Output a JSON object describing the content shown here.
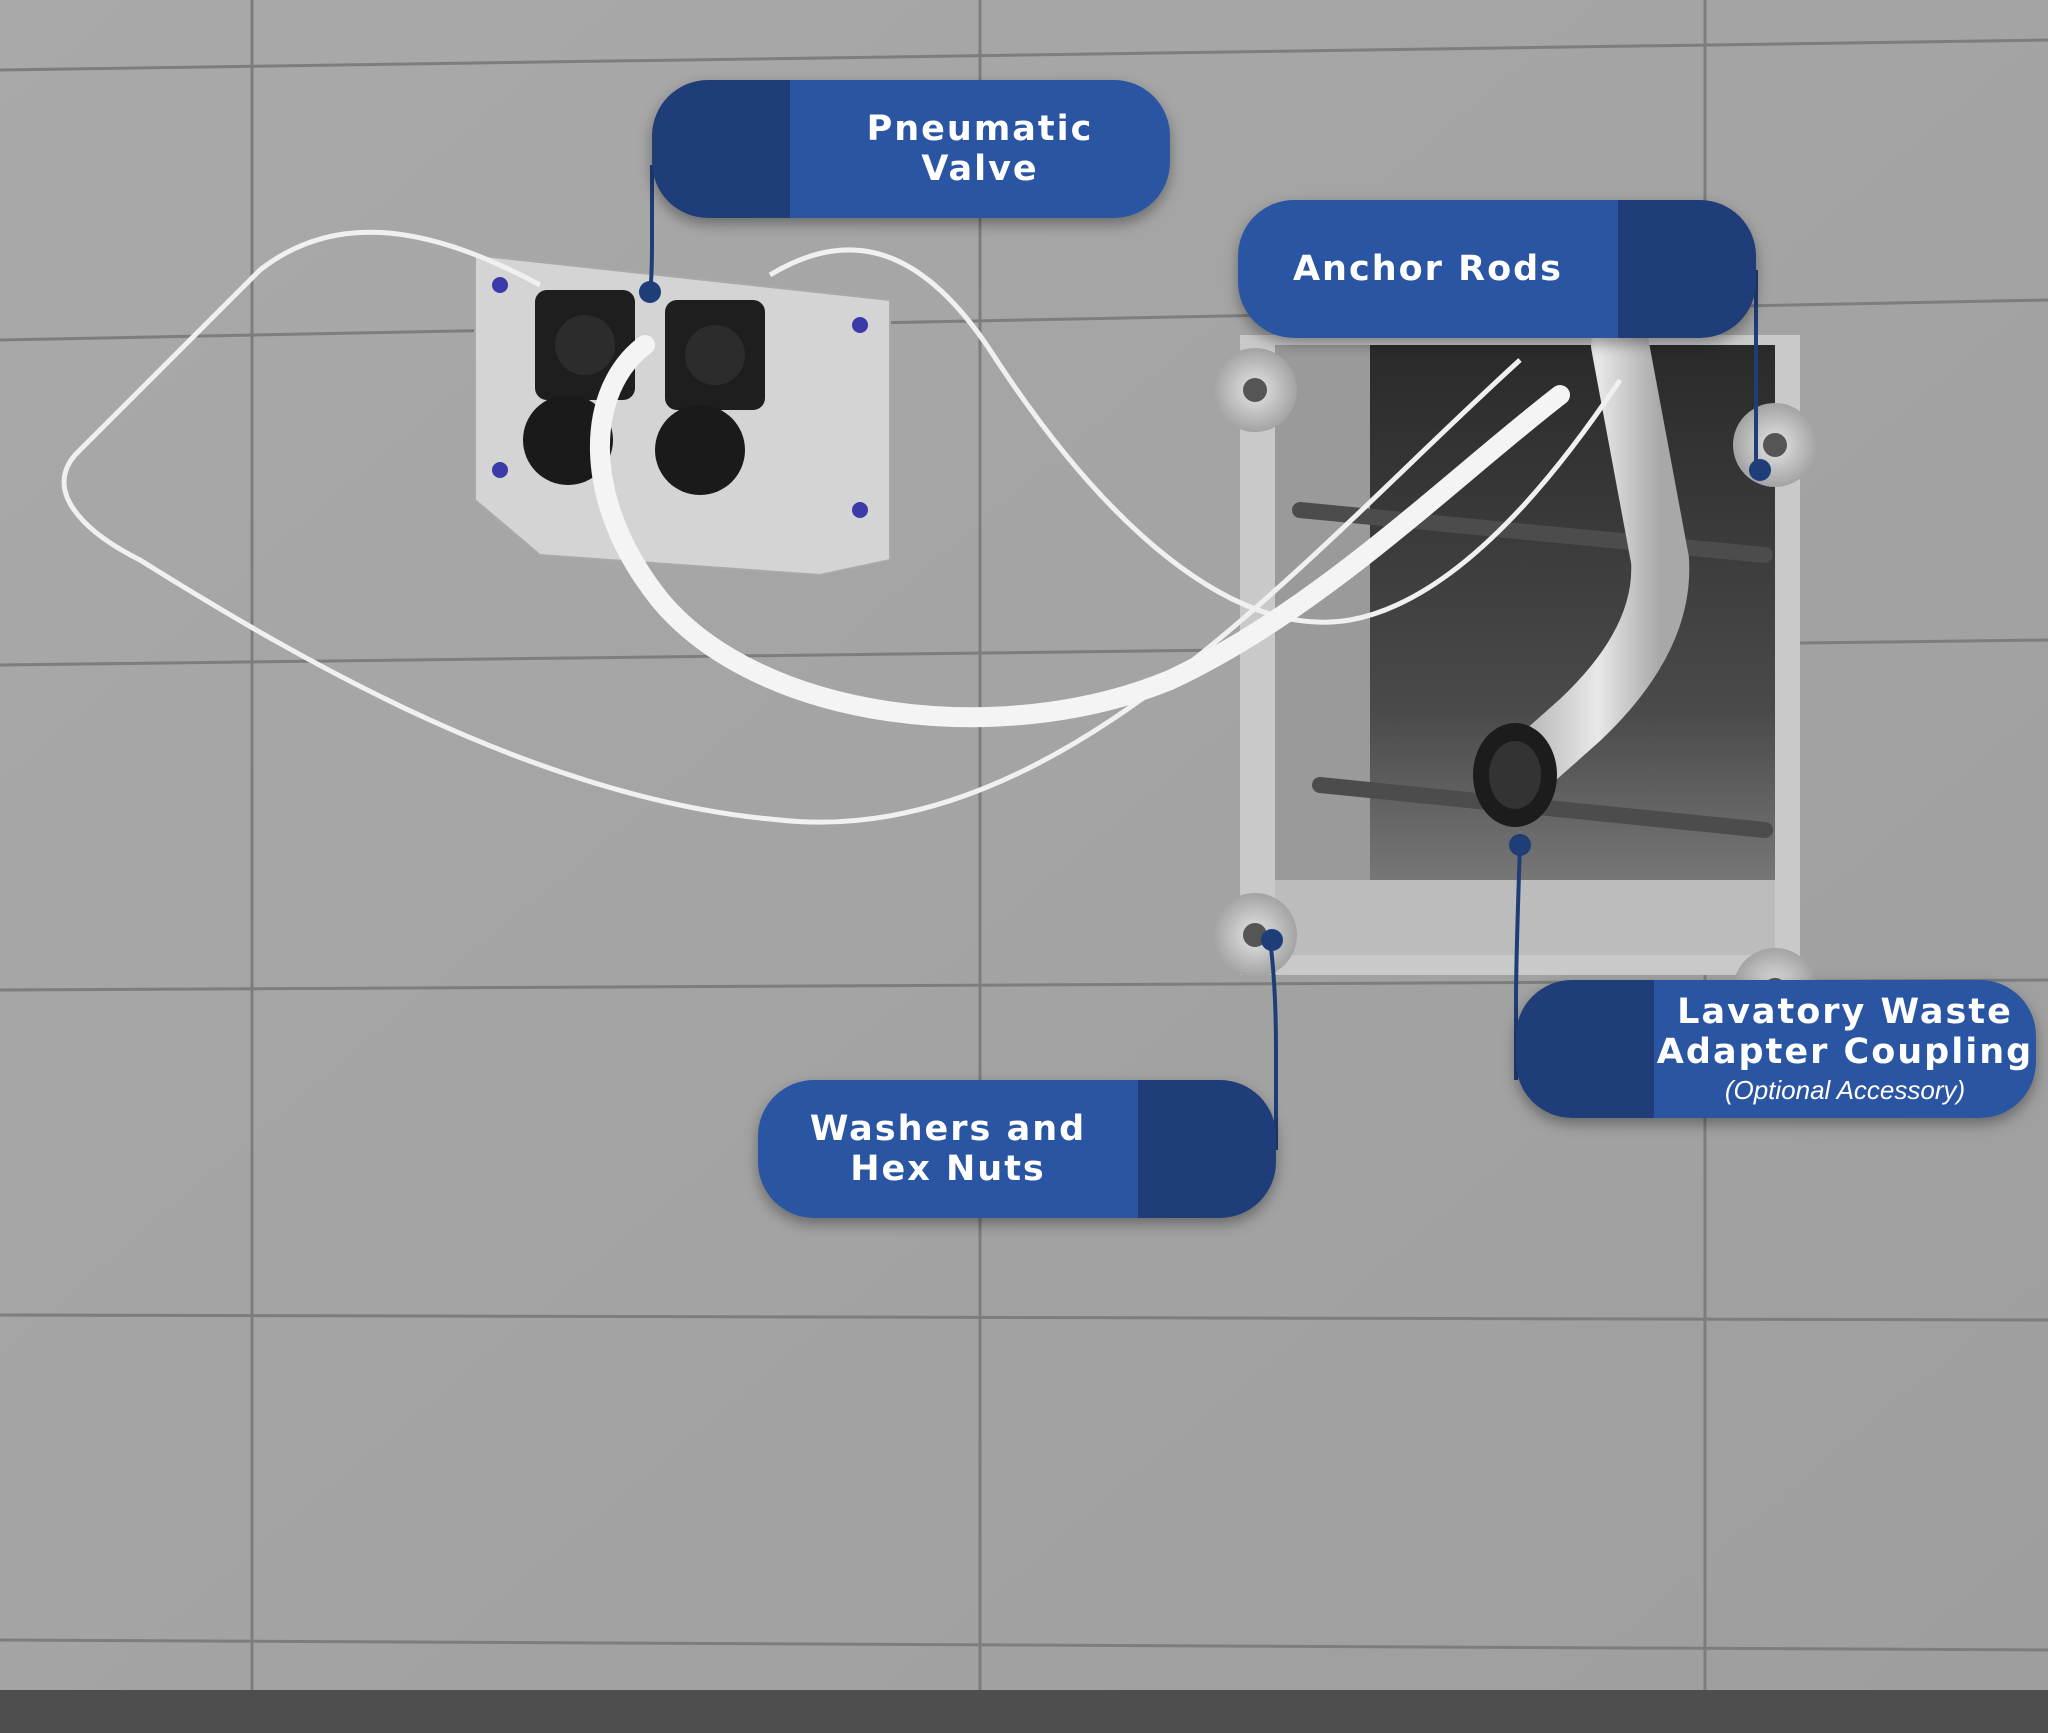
{
  "labels": {
    "pneumatic_valve": {
      "line1": "Pneumatic",
      "line2": "Valve"
    },
    "anchor_rods": {
      "line1": "Anchor Rods"
    },
    "washers": {
      "line1": "Washers and",
      "line2": "Hex Nuts"
    },
    "coupling": {
      "line1": "Lavatory Waste",
      "line2": "Adapter Coupling",
      "note": "(Optional Accessory)"
    }
  },
  "colors": {
    "callout_primary": "#2a55a3",
    "callout_dark": "#1f3d78",
    "wall": "#a6a6a6",
    "grout": "#7d7d7d",
    "tubing": "#f2f2f2"
  },
  "icons": [
    "pneumatic-valve-icon",
    "mounting-bracket-icon",
    "wall-box-icon",
    "waste-pipe-icon",
    "washer-nut-icon"
  ]
}
